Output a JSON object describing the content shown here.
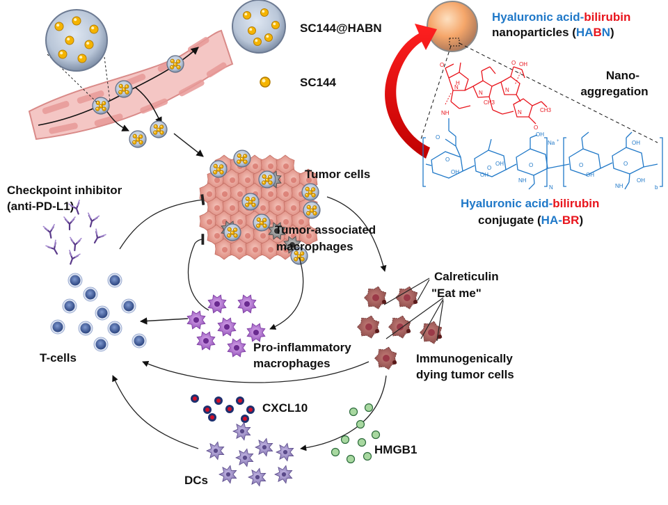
{
  "legend": {
    "nanoparticle_label": "SC144@HABN",
    "drug_label": "SC144"
  },
  "habn_title": {
    "part1": "Hyaluronic acid",
    "part2": "-",
    "part3": "bilirubin",
    "line2_prefix": "nanoparticles (",
    "line2_ha": "HA",
    "line2_b": "B",
    "line2_n": "N",
    "line2_suffix": ")"
  },
  "nano_aggregation": {
    "line1": "Nano-",
    "line2": "aggregation"
  },
  "conjugate": {
    "line1_part1": "Hyaluronic acid",
    "line1_part2": "-",
    "line1_part3": "bilirubin",
    "line2_prefix": "conjugate (",
    "line2_ha": "HA",
    "line2_dash": "-",
    "line2_br": "BR",
    "line2_suffix": ")"
  },
  "labels": {
    "tumor_cells": "Tumor cells",
    "tam_line1": "Tumor-associated",
    "tam_line2": "macrophages",
    "checkpoint_line1": "Checkpoint inhibitor",
    "checkpoint_line2": "(anti-PD-L1)",
    "calreticulin_line1": "Calreticulin",
    "calreticulin_line2": "\"Eat me\"",
    "icd_line1": "Immunogenically",
    "icd_line2": "dying tumor cells",
    "proinf_line1": "Pro-inflammatory",
    "proinf_line2": "macrophages",
    "tcells": "T-cells",
    "cxcl10": "CXCL10",
    "hmgb1": "HMGB1",
    "dcs": "DCs"
  },
  "chem_text": {
    "na": "Na",
    "plus": "+",
    "oh": "OH",
    "nh": "NH",
    "ch3": "CH3",
    "o": "O",
    "h": "H",
    "n": "N",
    "b": "b"
  },
  "colors": {
    "blue": "#1f78c8",
    "red": "#e8141c",
    "vessel": "#f2b8b8",
    "vessel_dark": "#d77a7a",
    "particle_shell": "#8a9ab0",
    "particle_core": "#c8d4e4",
    "drug": "#f5b400",
    "tumor": "#e89a90",
    "tcell": "#3b5aa0",
    "macrophage": "#a060c0",
    "dc": "#8a7ab8",
    "cxcl10": "#c0102a",
    "hmgb1": "#a8d8a0"
  },
  "icons": [
    "nanoparticle-icon",
    "drug-icon",
    "vessel-icon",
    "tumor-cell-icon",
    "macrophage-icon",
    "antibody-icon",
    "tcell-icon",
    "dc-icon",
    "chemokine-dot-icon"
  ]
}
